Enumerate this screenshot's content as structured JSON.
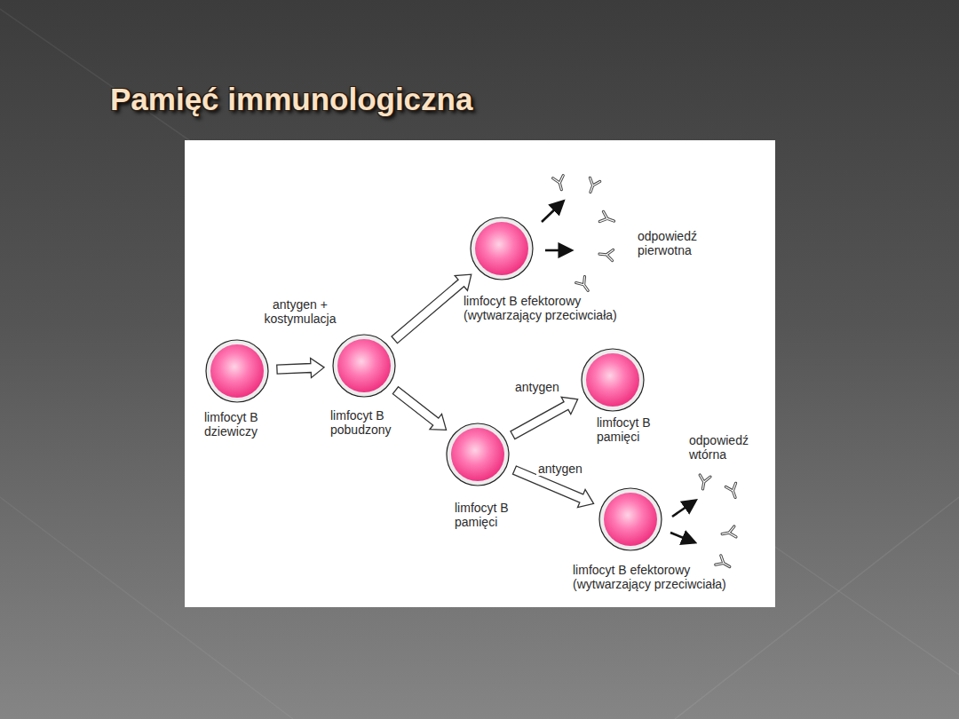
{
  "diagram": {
    "title": "Pamięć immunologiczna",
    "nodes": [
      {
        "text": [
          "limfocyt B dziewiczy"
        ]
      },
      {
        "text": [
          "limfocyt B pobudzony"
        ]
      },
      {
        "text": [
          "limfocyt B efektorowy (wytwarzający przeciwciała)"
        ]
      },
      {
        "text": [
          "limfocyt B pamięci"
        ]
      },
      {
        "text": [
          "limfocyt B pamięci"
        ]
      },
      {
        "text": [
          "limfocyt B efektorowy (wytwarzający przeciwciała)"
        ]
      }
    ],
    "edges": [
      {
        "from": 0,
        "to": 1,
        "arrow": "to",
        "label": "antygen + kostymulacja"
      },
      {
        "from": 1,
        "to": 2,
        "arrow": "to"
      },
      {
        "from": 1,
        "to": 3,
        "arrow": "to"
      },
      {
        "from": 3,
        "to": 4,
        "arrow": "to",
        "label": "antygen"
      },
      {
        "from": 3,
        "to": 5,
        "arrow": "to",
        "label": "antygen"
      }
    ],
    "labels": [
      "odpowiedź pierwotna",
      "odpowiedź wtórna"
    ]
  }
}
